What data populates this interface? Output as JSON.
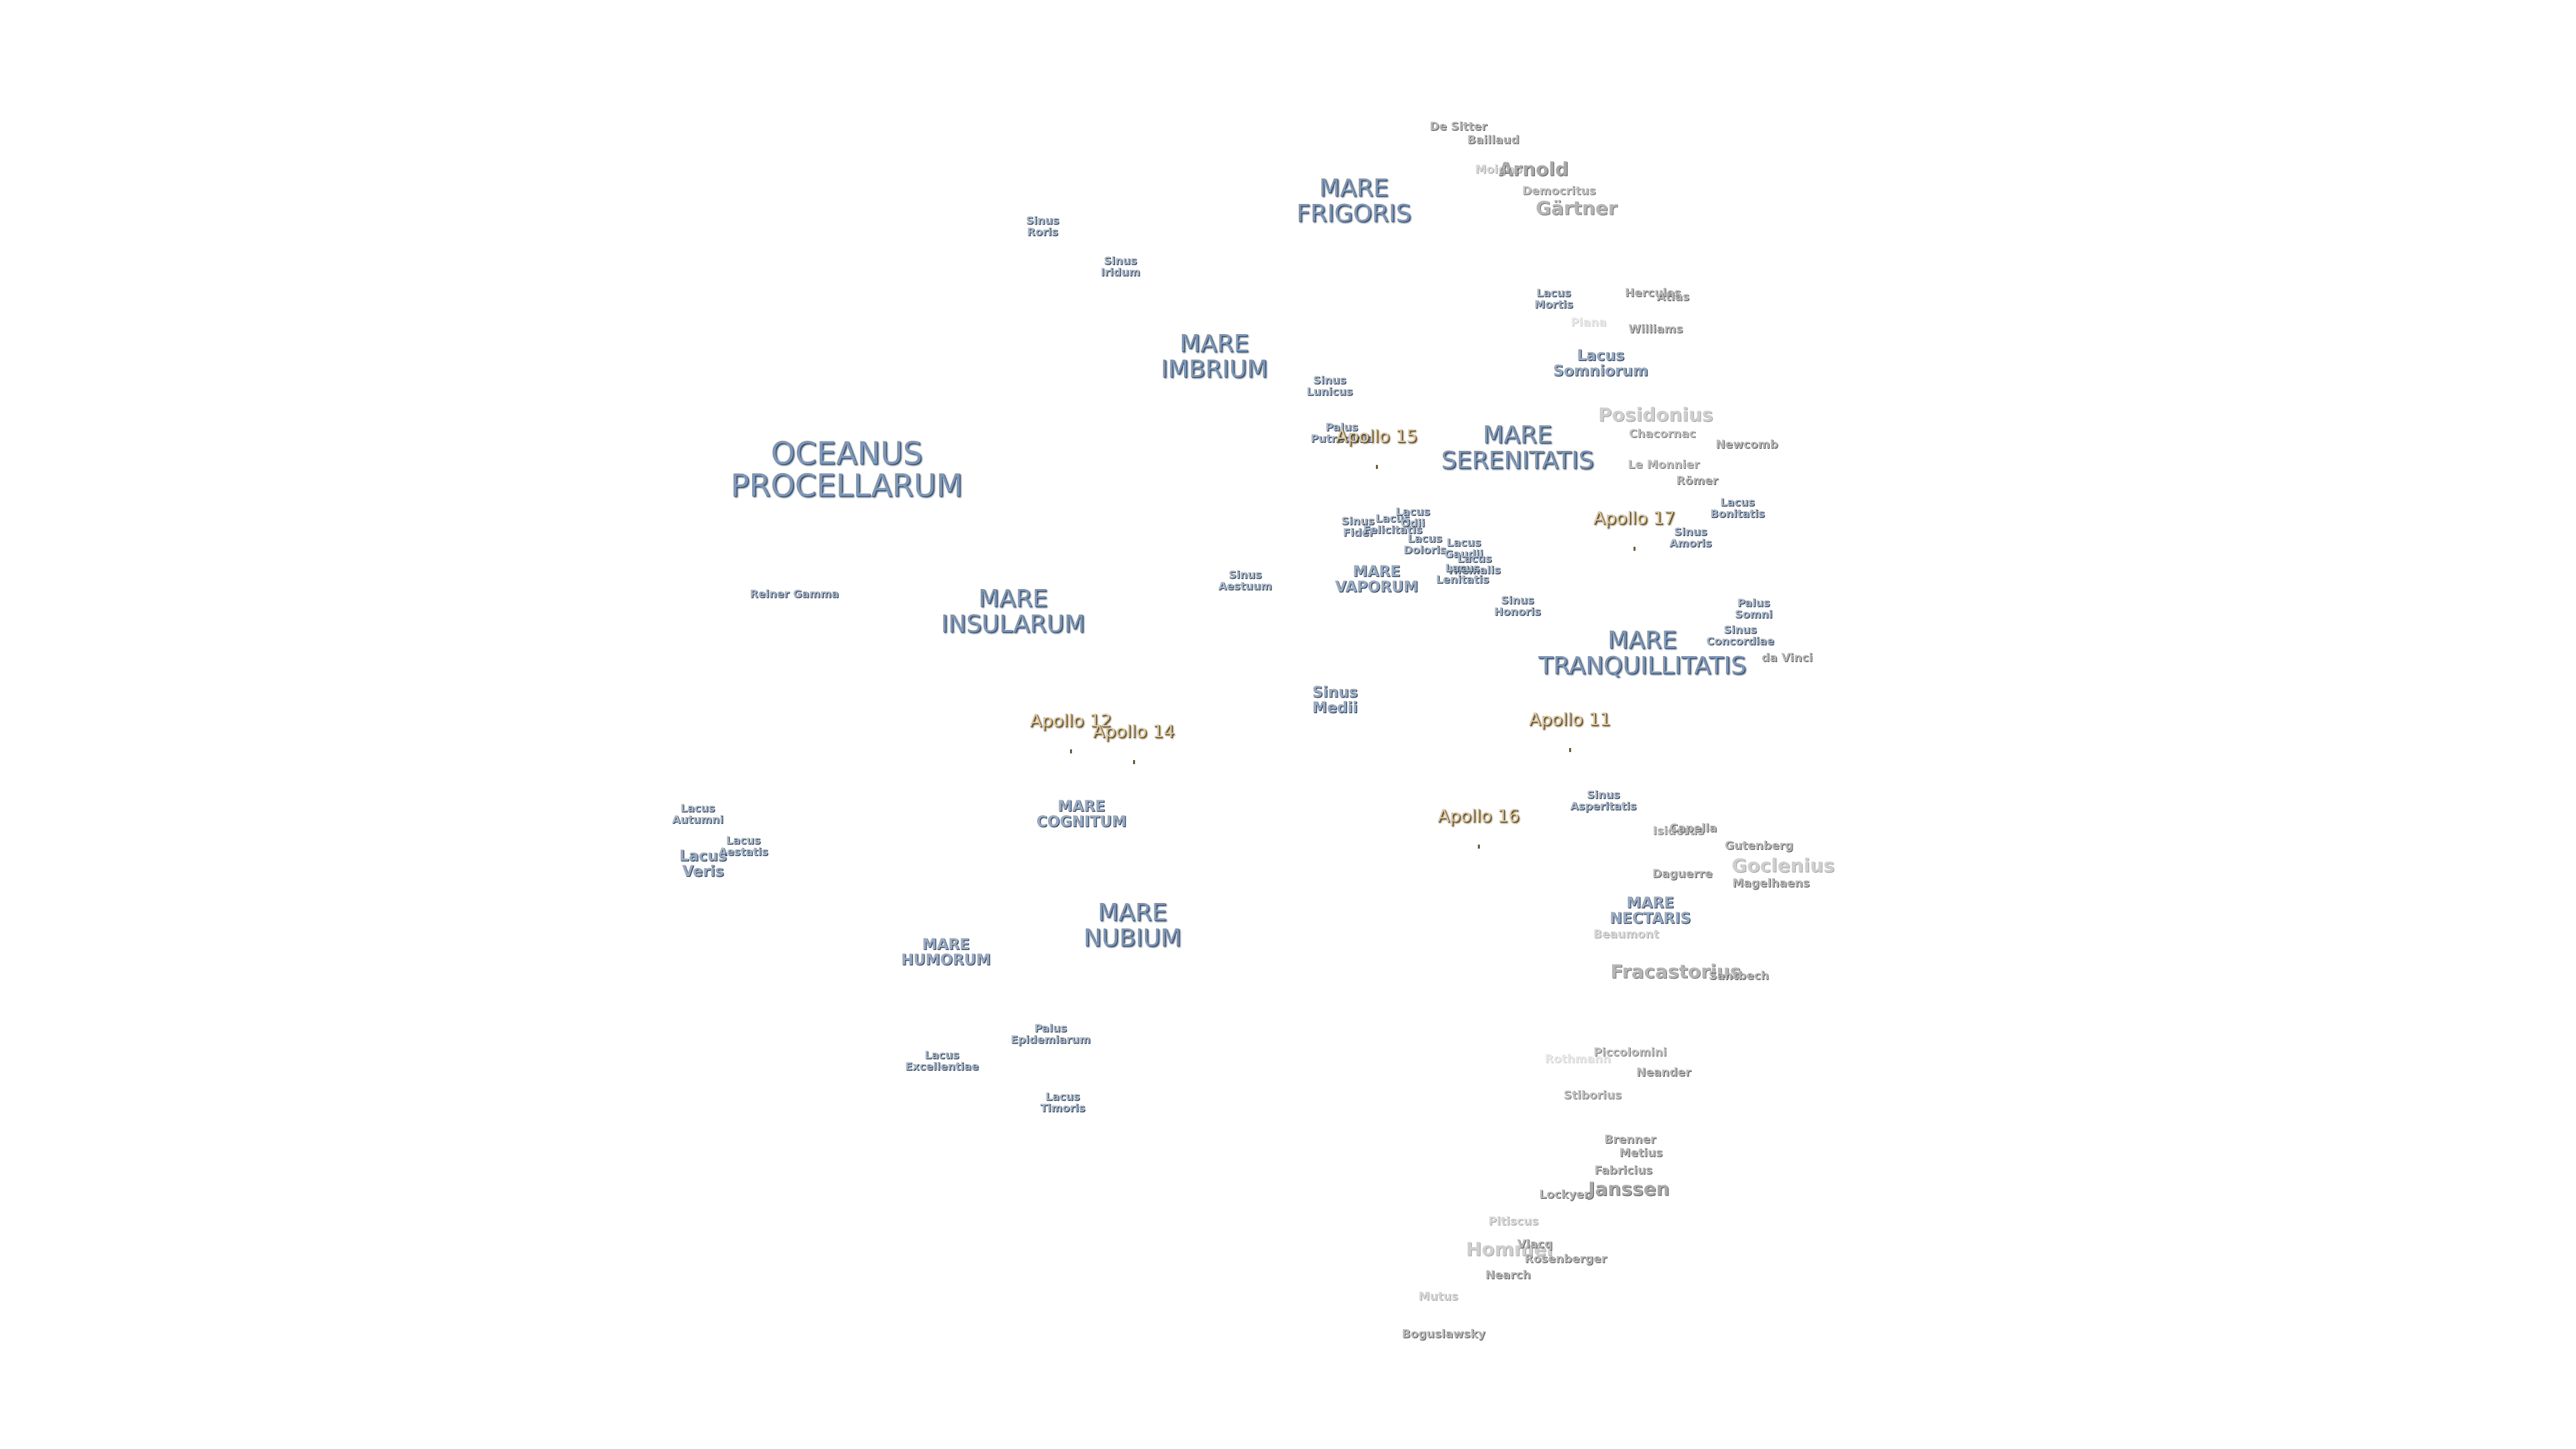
{
  "maria": [
    {
      "id": "mare-frigoris",
      "text": "MARE\nFRIGORIS"
    },
    {
      "id": "mare-imbrium",
      "text": "MARE\nIMBRIUM"
    },
    {
      "id": "oceanus-procellarum",
      "text": "OCEANUS\nPROCELLARUM"
    },
    {
      "id": "mare-serenitatis",
      "text": "MARE\nSERENITATIS"
    },
    {
      "id": "mare-insularum",
      "text": "MARE\nINSULARUM"
    },
    {
      "id": "mare-vaporum",
      "text": "MARE\nVAPORUM"
    },
    {
      "id": "mare-tranquillitatis",
      "text": "MARE\nTRANQUILLITATIS"
    },
    {
      "id": "mare-cognitum",
      "text": "MARE\nCOGNITUM"
    },
    {
      "id": "mare-nubium",
      "text": "MARE\nNUBIUM"
    },
    {
      "id": "mare-humorum",
      "text": "MARE\nHUMORUM"
    },
    {
      "id": "mare-nectaris",
      "text": "MARE\nNECTARIS"
    }
  ],
  "minor_features": [
    {
      "id": "sinus-roris",
      "text": "Sinus\nRoris"
    },
    {
      "id": "sinus-iridum",
      "text": "Sinus\nIridum"
    },
    {
      "id": "lacus-mortis",
      "text": "Lacus\nMortis"
    },
    {
      "id": "lacus-somniorum",
      "text": "Lacus\nSomniorum"
    },
    {
      "id": "sinus-lunicus",
      "text": "Sinus\nLunicus"
    },
    {
      "id": "palus-putredinis",
      "text": "Palus\nPutredinis"
    },
    {
      "id": "sinus-aestuum",
      "text": "Sinus\nAestuum"
    },
    {
      "id": "sinus-fidei",
      "text": "Sinus\nFidei"
    },
    {
      "id": "lacus-felicitatis",
      "text": "Lacus\nFelicitatis"
    },
    {
      "id": "lacus-odii",
      "text": "Lacus\nOdii"
    },
    {
      "id": "lacus-doloris",
      "text": "Lacus\nDoloris"
    },
    {
      "id": "lacus-gaudii",
      "text": "Lacus\nGaudii"
    },
    {
      "id": "lacus-hiemalis",
      "text": "Lacus\nHiemalis"
    },
    {
      "id": "lacus-lenitatis",
      "text": "Lacus\nLenitatis"
    },
    {
      "id": "sinus-honoris",
      "text": "Sinus\nHonoris"
    },
    {
      "id": "lacus-bonitatis",
      "text": "Lacus\nBonitatis"
    },
    {
      "id": "sinus-amoris",
      "text": "Sinus\nAmoris"
    },
    {
      "id": "palus-somni",
      "text": "Palus\nSomni"
    },
    {
      "id": "sinus-concordiae",
      "text": "Sinus\nConcordiae"
    },
    {
      "id": "sinus-medii",
      "text": "Sinus\nMedii"
    },
    {
      "id": "reiner-gamma",
      "text": "Reiner Gamma"
    },
    {
      "id": "lacus-autumni",
      "text": "Lacus\nAutumni"
    },
    {
      "id": "lacus-aestatis",
      "text": "Lacus\nAestatis"
    },
    {
      "id": "lacus-veris",
      "text": "Lacus\nVeris"
    },
    {
      "id": "sinus-asperitatis",
      "text": "Sinus\nAsperitatis"
    },
    {
      "id": "palus-epidemiarum",
      "text": "Palus\nEpidemiarum"
    },
    {
      "id": "lacus-excellentiae",
      "text": "Lacus\nExcellentiae"
    },
    {
      "id": "lacus-timoris",
      "text": "Lacus\nTimoris"
    }
  ],
  "craters": [
    {
      "id": "de-sitter",
      "text": "De Sitter"
    },
    {
      "id": "baillaud",
      "text": "Baillaud"
    },
    {
      "id": "arnold",
      "text": "Arnold"
    },
    {
      "id": "moigno",
      "text": "Moigno"
    },
    {
      "id": "democritus",
      "text": "Democritus"
    },
    {
      "id": "gartner",
      "text": "Gärtner"
    },
    {
      "id": "hercules",
      "text": "Hercules"
    },
    {
      "id": "atlas",
      "text": "Atlas"
    },
    {
      "id": "plana",
      "text": "Plana"
    },
    {
      "id": "williams",
      "text": "Williams"
    },
    {
      "id": "posidonius",
      "text": "Posidonius"
    },
    {
      "id": "chacornac",
      "text": "Chacornac"
    },
    {
      "id": "newcomb",
      "text": "Newcomb"
    },
    {
      "id": "le-monnier",
      "text": "Le Monnier"
    },
    {
      "id": "romer",
      "text": "Römer"
    },
    {
      "id": "da-vinci",
      "text": "da Vinci"
    },
    {
      "id": "isidorus",
      "text": "Isidorus"
    },
    {
      "id": "capella",
      "text": "Capella"
    },
    {
      "id": "gutenberg",
      "text": "Gutenberg"
    },
    {
      "id": "goclenius",
      "text": "Goclenius"
    },
    {
      "id": "daguerre",
      "text": "Daguerre"
    },
    {
      "id": "magelhaens",
      "text": "Magelhaens"
    },
    {
      "id": "beaumont",
      "text": "Beaumont"
    },
    {
      "id": "fracastorius",
      "text": "Fracastorius"
    },
    {
      "id": "santbech",
      "text": "Santbech"
    },
    {
      "id": "piccolomini",
      "text": "Piccolomini"
    },
    {
      "id": "rothmann",
      "text": "Rothmann"
    },
    {
      "id": "neander",
      "text": "Neander"
    },
    {
      "id": "stiborius",
      "text": "Stiborius"
    },
    {
      "id": "brenner",
      "text": "Brenner"
    },
    {
      "id": "metius",
      "text": "Metius"
    },
    {
      "id": "fabricius",
      "text": "Fabricius"
    },
    {
      "id": "janssen",
      "text": "Janssen"
    },
    {
      "id": "lockyer",
      "text": "Lockyer"
    },
    {
      "id": "pitiscus",
      "text": "Pitiscus"
    },
    {
      "id": "hommel",
      "text": "Hommel"
    },
    {
      "id": "vlacq",
      "text": "Vlacq"
    },
    {
      "id": "rosenberger",
      "text": "Rosenberger"
    },
    {
      "id": "nearch",
      "text": "Nearch"
    },
    {
      "id": "mutus",
      "text": "Mutus"
    },
    {
      "id": "boguslawsky",
      "text": "Boguslawsky"
    }
  ],
  "apollo_sites": [
    {
      "id": "apollo-15",
      "text": "Apollo 15"
    },
    {
      "id": "apollo-17",
      "text": "Apollo 17"
    },
    {
      "id": "apollo-12",
      "text": "Apollo 12"
    },
    {
      "id": "apollo-14",
      "text": "Apollo 14"
    },
    {
      "id": "apollo-11",
      "text": "Apollo 11"
    },
    {
      "id": "apollo-16",
      "text": "Apollo 16"
    }
  ],
  "colors": {
    "maria": "#7d97b8",
    "minor": "#a8b8cc",
    "crater": "#b9b9b9",
    "apollo": "#e2ca9a"
  }
}
